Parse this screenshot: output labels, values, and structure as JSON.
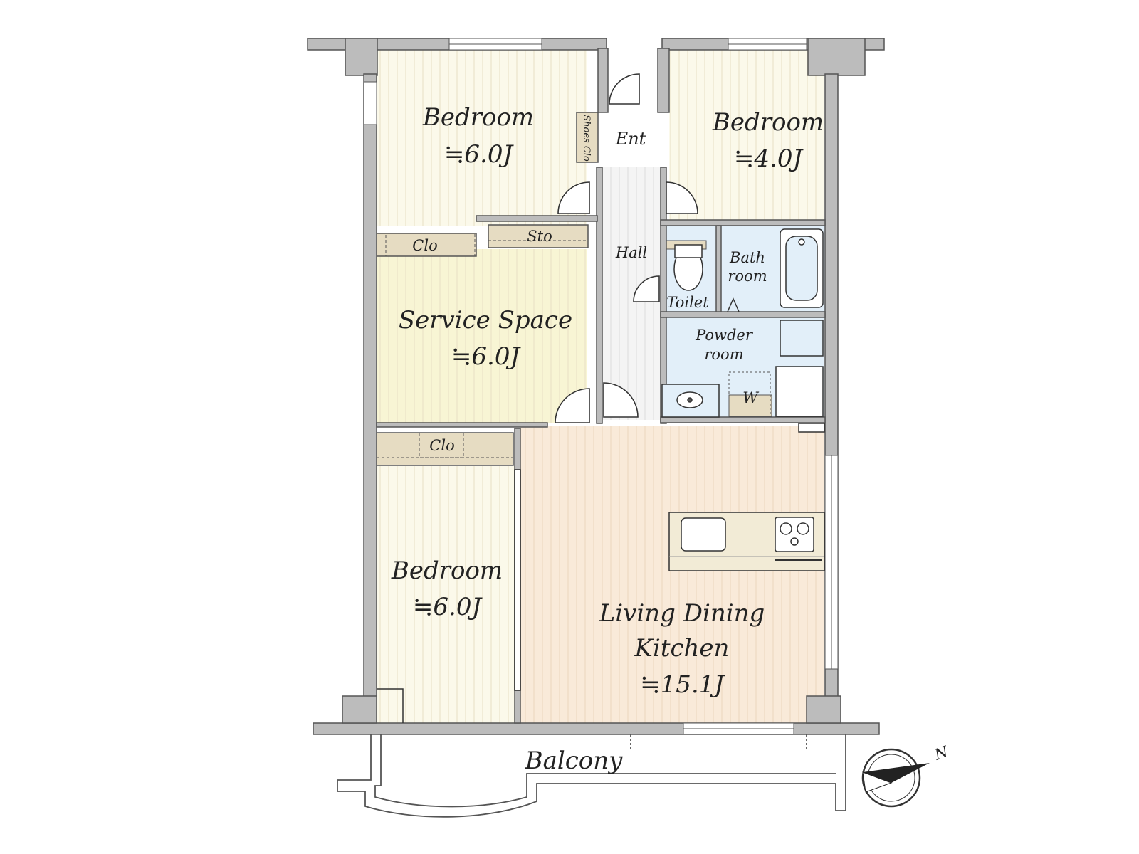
{
  "rooms": {
    "bedroom_nw": {
      "name": "Bedroom",
      "area": "≒6.0J"
    },
    "bedroom_ne": {
      "name": "Bedroom",
      "area": "≒4.0J"
    },
    "service": {
      "name": "Service Space",
      "area": "≒6.0J"
    },
    "bedroom_sw": {
      "name": "Bedroom",
      "area": "≒6.0J"
    },
    "ldk": {
      "name_line1": "Living Dining",
      "name_line2": "Kitchen",
      "area": "≒15.1J"
    }
  },
  "labels": {
    "entrance": "Ent",
    "shoes_closet": "Shoes Clo",
    "hall": "Hall",
    "toilet": "Toilet",
    "bath_line1": "Bath",
    "bath_line2": "room",
    "powder_line1": "Powder",
    "powder_line2": "room",
    "washer": "W",
    "closet_upper": "Clo",
    "storage": "Sto",
    "closet_lower": "Clo",
    "balcony": "Balcony",
    "compass_north": "N"
  },
  "colors": {
    "wall": "#bcbcbc",
    "wall_edge": "#555555",
    "bedroom_floor": "#fbf9ea",
    "service_floor": "#f8f5d4",
    "ldk_floor": "#f9ead9",
    "hall_floor": "#f4f4f4",
    "wet_area": "#e2eff9",
    "closet": "#e6dcc2"
  }
}
